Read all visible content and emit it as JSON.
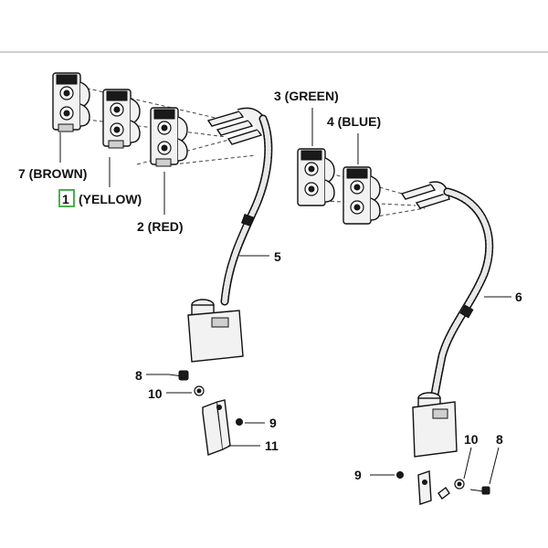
{
  "diagram": {
    "callouts": {
      "brown": "7 (BROWN)",
      "yellow_num": "1",
      "yellow_text": "(YELLOW)",
      "red": "2 (RED)",
      "green": "3 (GREEN)",
      "blue": "4 (BLUE)",
      "hose_left": "5",
      "hose_right": "6",
      "screw_left": "8",
      "washer_left": "10",
      "nut_left": "9",
      "bracket_left": "11",
      "nut_right": "9",
      "washer_right": "10",
      "screw_right": "8"
    }
  }
}
